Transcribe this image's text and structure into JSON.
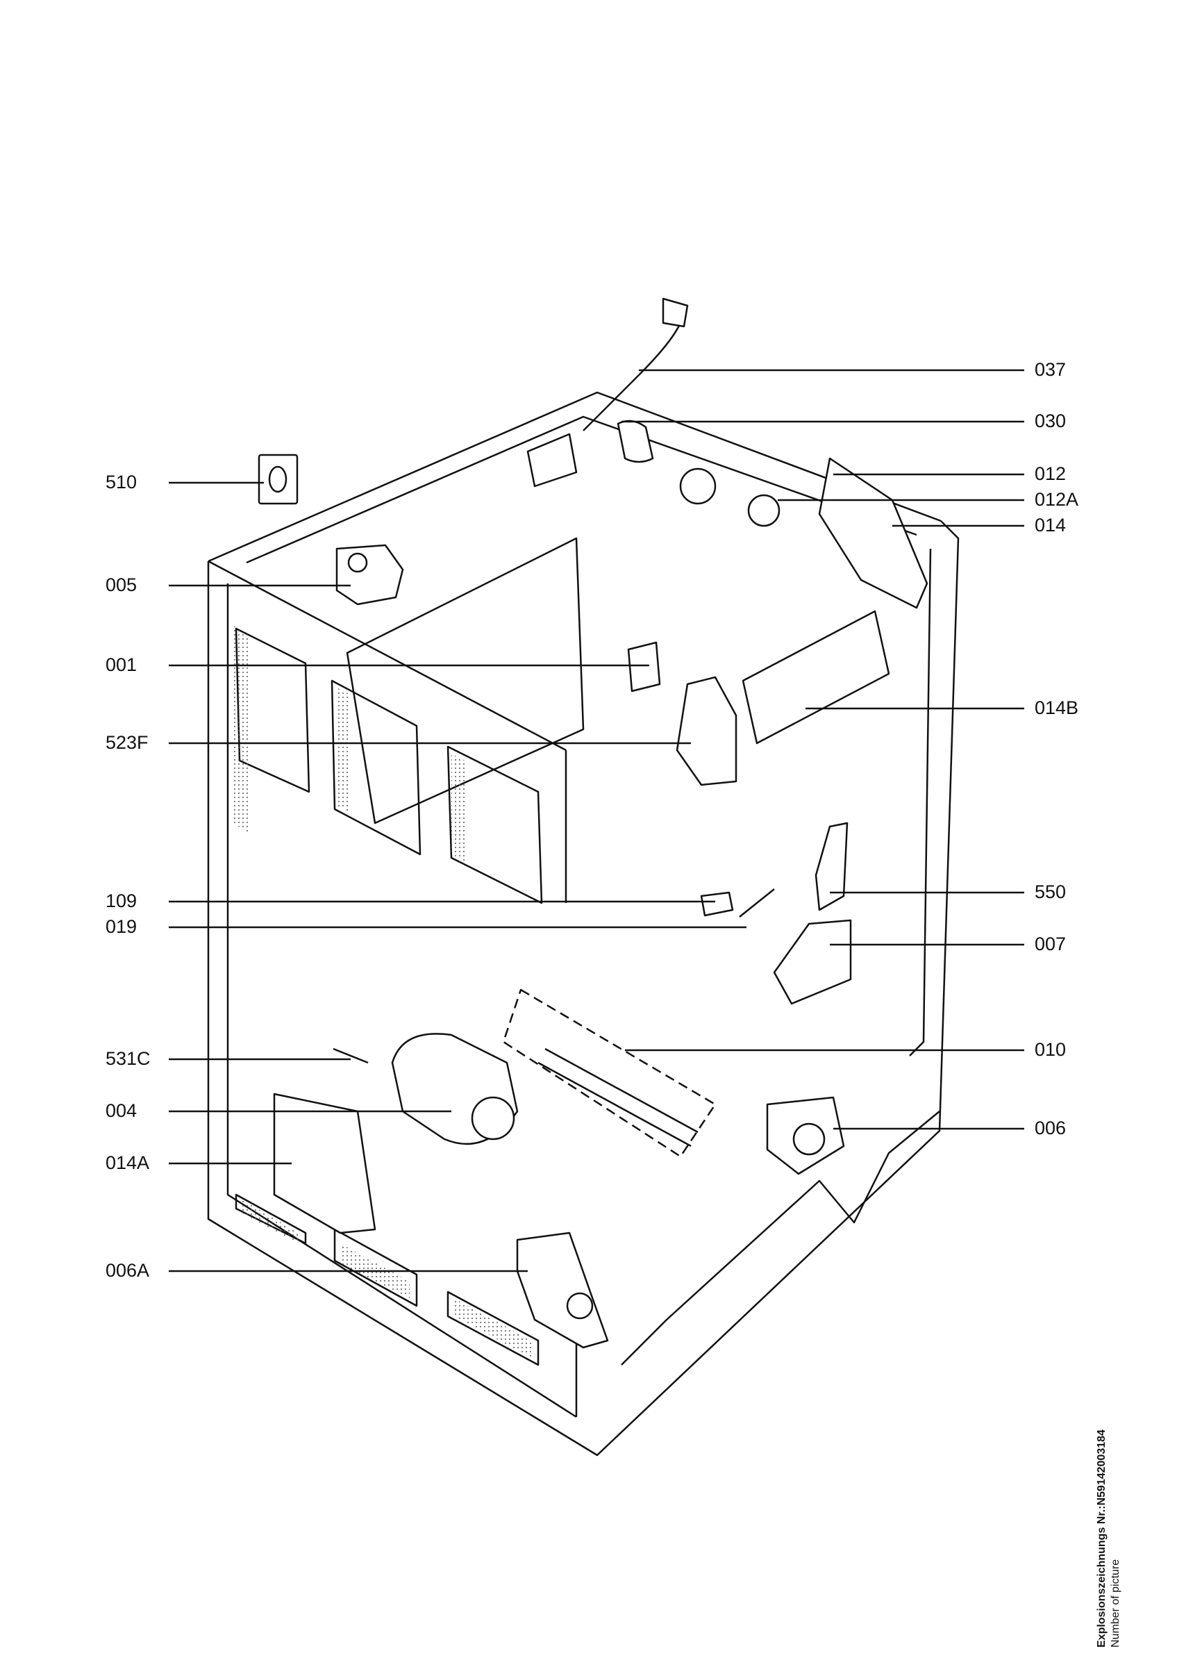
{
  "diagram": {
    "labels_left": [
      "510",
      "005",
      "001",
      "523F",
      "109",
      "019",
      "531C",
      "004",
      "014A",
      "006A"
    ],
    "labels_right": [
      "037",
      "030",
      "012",
      "012A",
      "014",
      "014B",
      "550",
      "007",
      "010",
      "006"
    ]
  },
  "footnote": {
    "title": "Explosionszeichnungs Nr.:N59142003184",
    "subtitle": "Number of picture"
  }
}
